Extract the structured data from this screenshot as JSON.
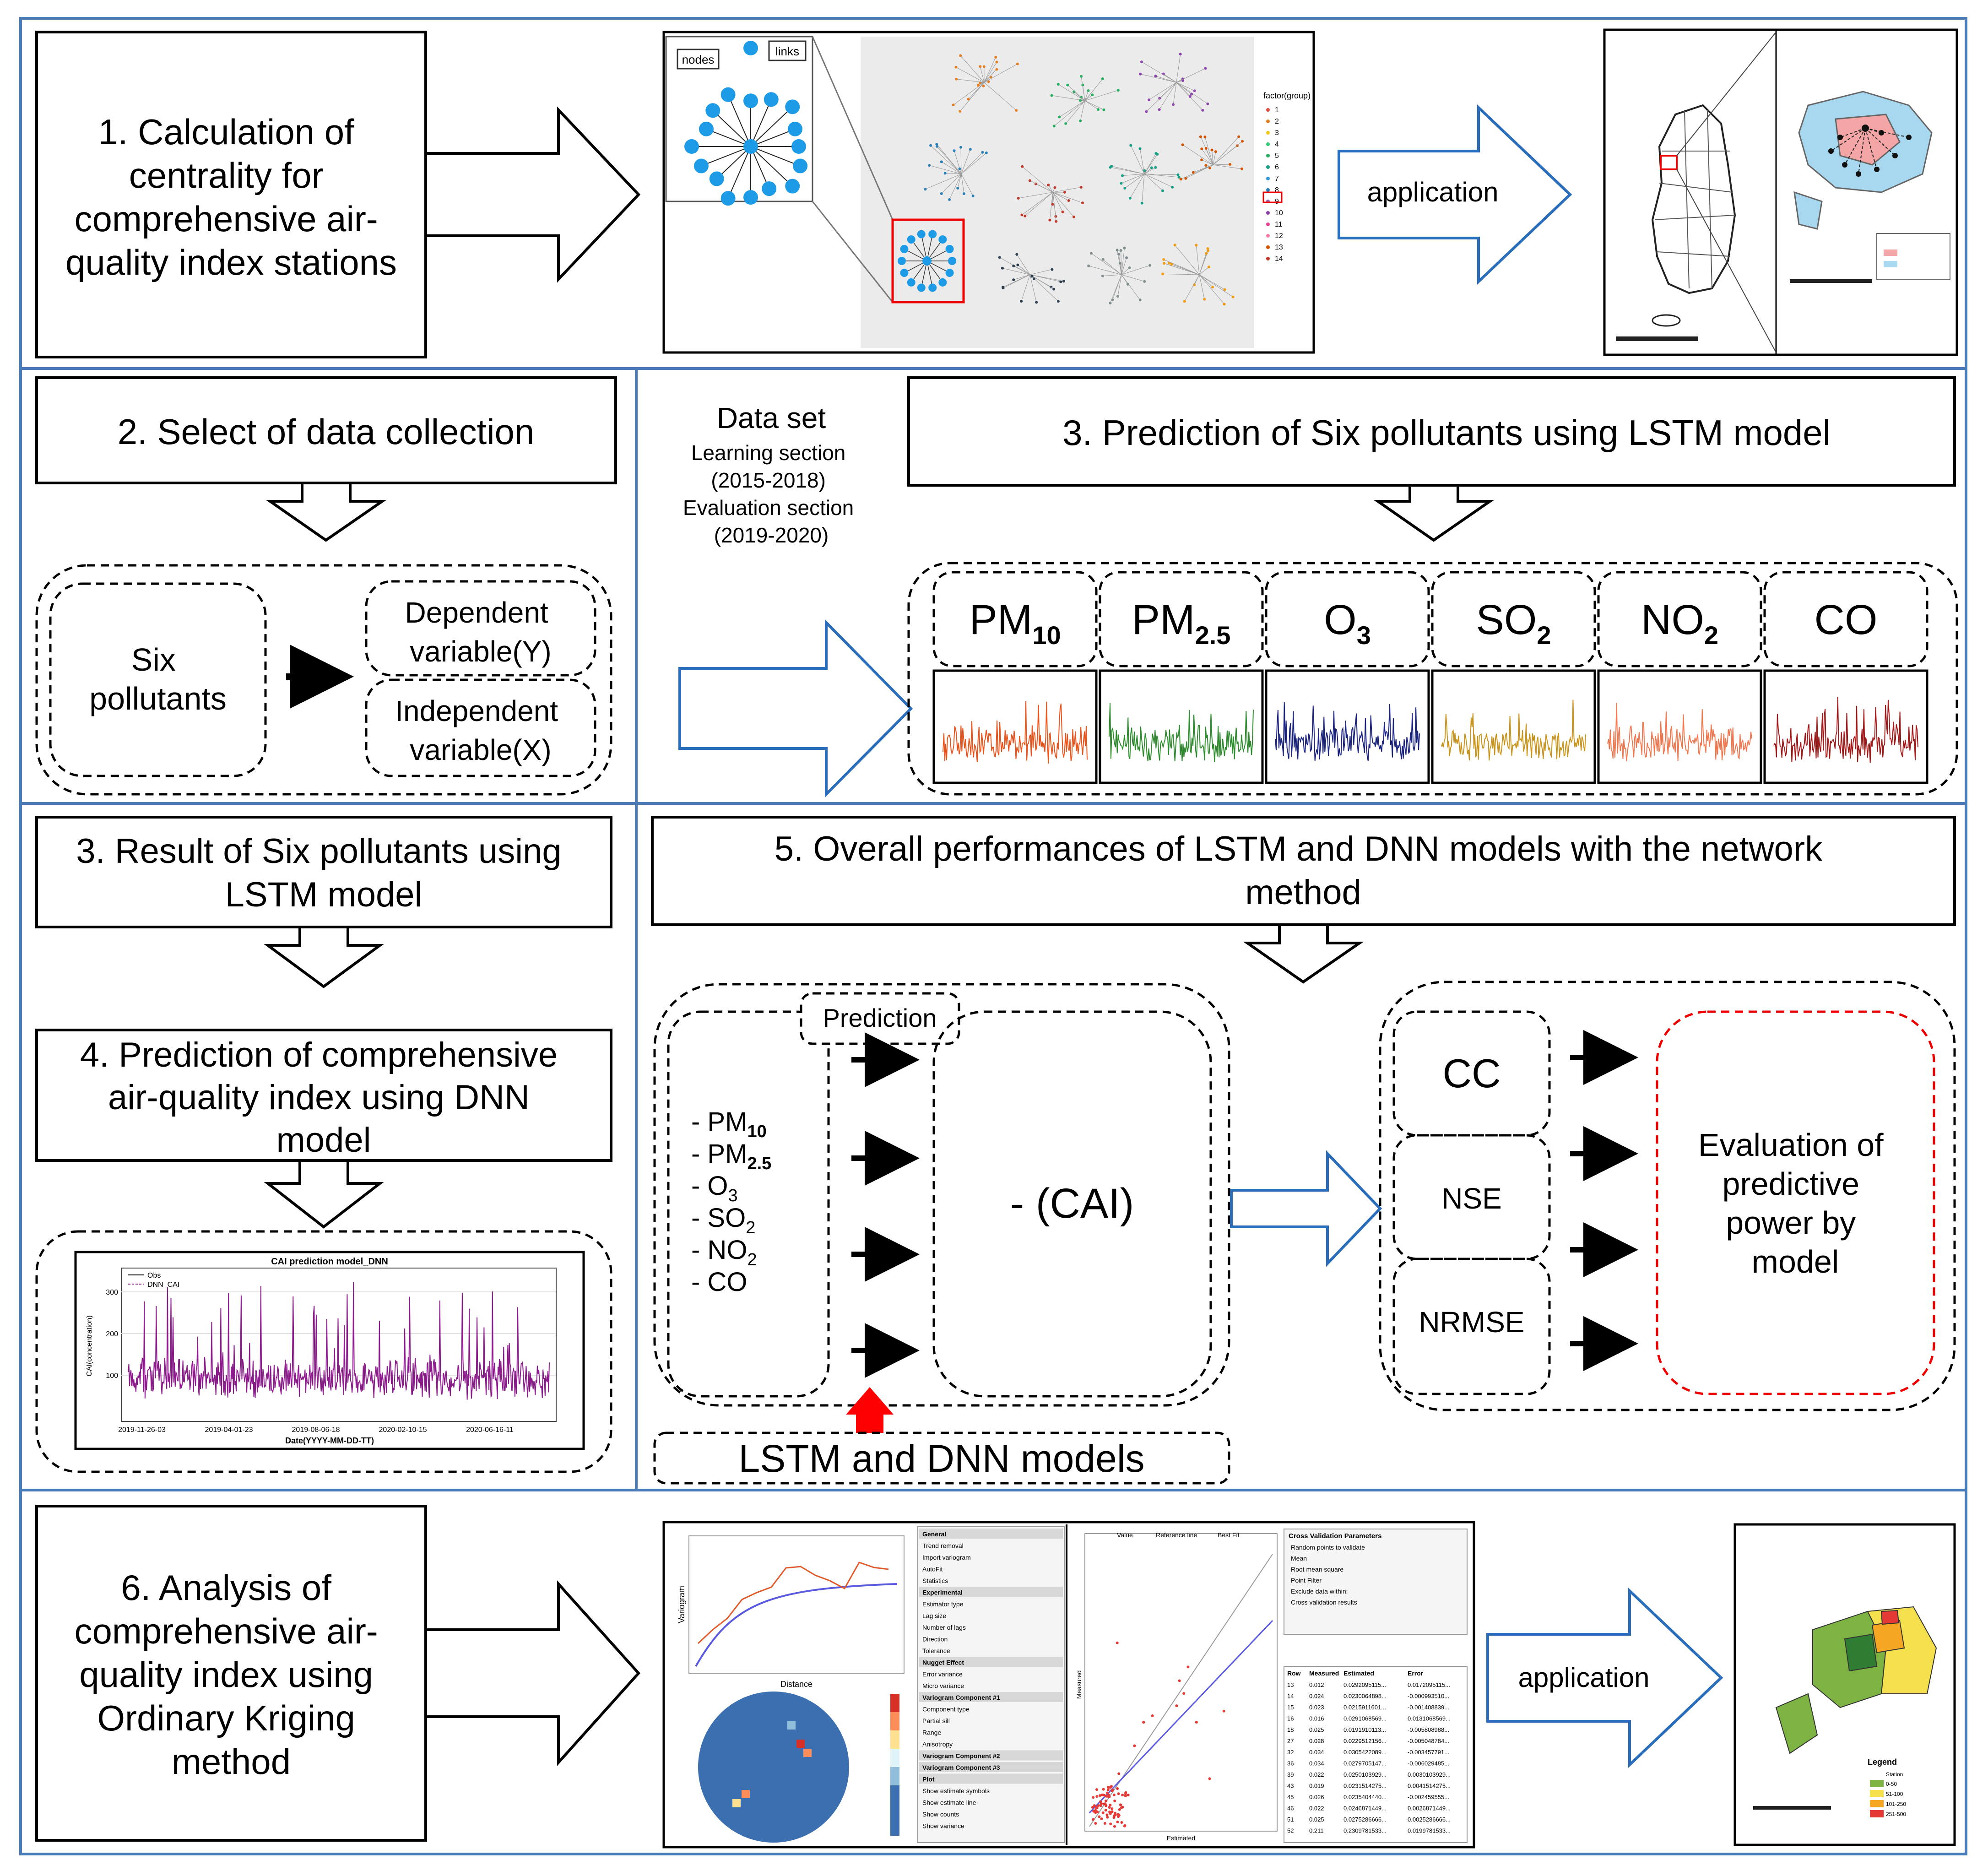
{
  "section1": {
    "step_title": "1. Calculation of centrality for comprehensive air-quality index stations",
    "step_lines": [
      "1. Calculation of",
      "centrality for",
      "comprehensive air-",
      "quality index stations"
    ],
    "network_labels": {
      "nodes": "nodes",
      "links": "links",
      "legend_title": "factor(group)"
    },
    "legend_items": [
      "1",
      "2",
      "3",
      "4",
      "5",
      "6",
      "7",
      "8",
      "9",
      "10",
      "11",
      "12",
      "13",
      "14"
    ],
    "application_label": "application"
  },
  "section2": {
    "step_title": "2. Select of data collection",
    "six_pollutants": [
      "Six",
      "pollutants"
    ],
    "dependent": [
      "Dependent",
      "variable(Y)"
    ],
    "independent": [
      "Independent",
      "variable(X)"
    ]
  },
  "section3": {
    "dataset_title": "Data set",
    "dataset_lines": [
      "Learning section",
      "(2015-2018)",
      "Evaluation section",
      "(2019-2020)"
    ],
    "step_title": "3. Prediction of Six pollutants using LSTM model",
    "pollutants": [
      {
        "base": "PM",
        "sub": "10",
        "color": "#e8541c"
      },
      {
        "base": "PM",
        "sub": "2.5",
        "color": "#2e8b2e"
      },
      {
        "base": "O",
        "sub": "3",
        "color": "#1a237e"
      },
      {
        "base": "SO",
        "sub": "2",
        "color": "#c8941c"
      },
      {
        "base": "NO",
        "sub": "2",
        "color": "#f07850"
      },
      {
        "base": "CO",
        "sub": "",
        "color": "#a01818"
      }
    ]
  },
  "section4": {
    "result_lines": [
      "3. Result of Six pollutants using",
      "LSTM model"
    ],
    "dnn_lines": [
      "4. Prediction of comprehensive",
      "air-quality index using DNN",
      "model"
    ],
    "chart_title": "CAI prediction model_DNN",
    "legend_obs": "Obs",
    "legend_dnn": "DNN_CAI",
    "y_axis_label": "CAI(concentration)",
    "x_axis_label": "Date(YYYY-MM-DD-TT)",
    "y_ticks": [
      "300",
      "200",
      "100"
    ],
    "x_ticks": [
      "2019-11-26-03",
      "2019-04-01-23",
      "2019-08-06-18",
      "2020-02-10-15",
      "2020-06-16-11"
    ]
  },
  "section5": {
    "overall_lines": [
      "5. Overall performances of LSTM and DNN models with the network",
      "method"
    ],
    "prediction_label": "Prediction",
    "input_items": [
      {
        "base": "PM",
        "sub": "10",
        "bold": true
      },
      {
        "base": "PM",
        "sub": "2.5",
        "bold": true
      },
      {
        "base": "O",
        "sub": "3",
        "bold": false
      },
      {
        "base": "SO",
        "sub": "2",
        "bold": false
      },
      {
        "base": "NO",
        "sub": "2",
        "bold": false
      },
      {
        "base": "CO",
        "sub": "",
        "bold": false
      }
    ],
    "cai_label": "- (CAI)",
    "models_label": "LSTM and DNN models",
    "metrics": [
      "CC",
      "NSE",
      "NRMSE"
    ],
    "evaluation_lines": [
      "Evaluation of",
      "predictive",
      "power by",
      "model"
    ]
  },
  "section6": {
    "step_lines": [
      "6. Analysis of",
      "comprehensive air-",
      "quality index using",
      "Ordinary Kriging",
      "method"
    ],
    "application_label": "application",
    "variogram_x_label": "Distance",
    "variogram_y_label": "Variogram",
    "panel_rows": [
      "General",
      "Trend removal",
      "Import variogram",
      "AutoFit",
      "Statistics",
      "Experimental",
      "Estimator type",
      "Lag size",
      "Number of lags",
      "Direction",
      "Tolerance",
      "Nugget Effect",
      "Error variance",
      "Micro variance",
      "Variogram Component #1",
      "Component type",
      "Partial sill",
      "Range",
      "Anisotropy",
      "Variogram Component #2",
      "Variogram Component #3",
      "Plot",
      "Show estimate symbols",
      "Show estimate line",
      "Show counts",
      "Show variance"
    ],
    "scatter_legend": [
      "Value",
      "Reference line",
      "Best Fit"
    ],
    "scatter_x_label": "Estimated",
    "scatter_y_label": "Measured",
    "cv_title": "Cross Validation Parameters",
    "cv_rows": [
      "Random points to validate",
      "Mean",
      "Root mean square",
      "Point Filter",
      "Exclude data within:",
      "Cross validation results"
    ],
    "table_headers": [
      "Row",
      "Measured",
      "Estimated",
      "Error"
    ],
    "table_rows": [
      [
        "13",
        "0.012",
        "0.0292095115...",
        "0.0172095115..."
      ],
      [
        "14",
        "0.024",
        "0.0230064898...",
        "-0.000993510..."
      ],
      [
        "15",
        "0.023",
        "0.0215911601...",
        "-0.001408839..."
      ],
      [
        "16",
        "0.016",
        "0.0291068569...",
        "0.0131068569..."
      ],
      [
        "18",
        "0.025",
        "0.0191910113...",
        "-0.005808988..."
      ],
      [
        "27",
        "0.028",
        "0.0229512156...",
        "-0.005048784..."
      ],
      [
        "32",
        "0.034",
        "0.0305422089...",
        "-0.003457791..."
      ],
      [
        "36",
        "0.034",
        "0.0279705147...",
        "-0.006029485..."
      ],
      [
        "39",
        "0.022",
        "0.0250103929...",
        "0.0030103929..."
      ],
      [
        "43",
        "0.019",
        "0.0231514275...",
        "0.0041514275..."
      ],
      [
        "45",
        "0.026",
        "0.0235404440...",
        "-0.002459555..."
      ],
      [
        "46",
        "0.022",
        "0.0246871449...",
        "0.0026871449..."
      ],
      [
        "51",
        "0.025",
        "0.0275286666...",
        "0.0025286666..."
      ],
      [
        "52",
        "0.211",
        "0.2309781533...",
        "0.0199781533..."
      ]
    ],
    "map_legend_title": "Legend",
    "map_legend_items": [
      "Station",
      "0-50",
      "51-100",
      "101-250",
      "251-500"
    ]
  }
}
